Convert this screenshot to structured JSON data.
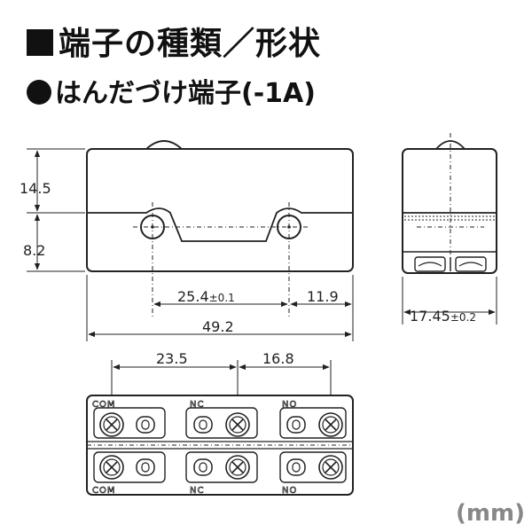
{
  "title": "端子の種類／形状",
  "subtitle": "はんだづけ端子(-1A)",
  "unit": "(mm)",
  "dimensions": {
    "height_upper": "14.5",
    "height_lower": "8.2",
    "pitch": "25.4",
    "pitch_tol": "±0.1",
    "edge": "11.9",
    "length": "49.2",
    "width": "17.45",
    "width_tol": "±0.2",
    "term_gap1": "23.5",
    "term_gap2": "16.8"
  },
  "terminals": {
    "top": [
      "COM",
      "NC",
      "NO"
    ],
    "bottom": [
      "COM",
      "NC",
      "NO"
    ]
  },
  "colors": {
    "line": "#222222",
    "unit": "#888888"
  }
}
